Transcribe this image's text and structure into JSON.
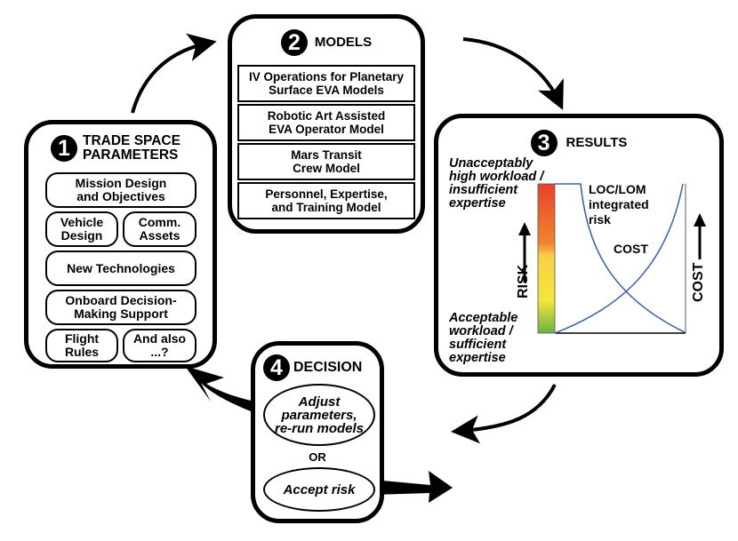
{
  "panels": {
    "trade_space": {
      "number": "1",
      "title": "TRADE SPACE\nPARAMETERS",
      "items": [
        "Mission Design\nand Objectives",
        "Vehicle\nDesign",
        "Comm.\nAssets",
        "New Technologies",
        "Onboard Decision-\nMaking Support",
        "Flight\nRules",
        "And also\n...?"
      ]
    },
    "models": {
      "number": "2",
      "title": "MODELS",
      "items": [
        "IV Operations for Planetary\nSurface EVA Models",
        "Robotic Art Assisted\nEVA Operator Model",
        "Mars Transit\nCrew Model",
        "Personnel, Expertise,\nand Training Model"
      ]
    },
    "results": {
      "number": "3",
      "title": "RESULTS",
      "top_note": "Unacceptably\nhigh workload /\ninsufficient\nexpertise",
      "bottom_note": "Acceptable\nworkload /\nsufficient\nexpertise",
      "risk_axis_label": "RISK",
      "cost_axis_label": "COST",
      "curve_risk_label": "LOC/LOM\nintegrated\nrisk",
      "curve_cost_label": "COST",
      "gradient_colors": [
        "#e8412a",
        "#f0862e",
        "#f9cf49",
        "#f4e63a",
        "#6cb244"
      ]
    },
    "decision": {
      "number": "4",
      "title": "DECISION",
      "option_adjust": "Adjust\nparameters,\nre-run models",
      "or_label": "OR",
      "option_accept": "Accept risk"
    }
  },
  "curve_color": "#3f67a3"
}
